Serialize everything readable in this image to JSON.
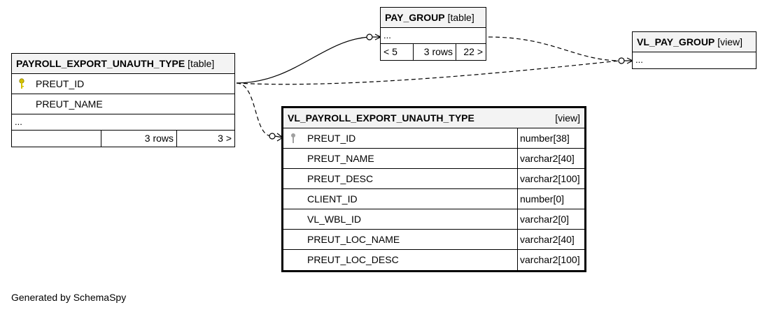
{
  "tables": {
    "payroll": {
      "name": "PAYROLL_EXPORT_UNAUTH_TYPE",
      "kind": "[table]",
      "columns": [
        "PREUT_ID",
        "PREUT_NAME"
      ],
      "ellipsis": "...",
      "footer": [
        "",
        "3 rows",
        "3 >"
      ]
    },
    "pay_group": {
      "name": "PAY_GROUP",
      "kind": "[table]",
      "ellipsis": "...",
      "footer": [
        "< 5",
        "3 rows",
        "22 >"
      ]
    },
    "vl_pay_group": {
      "name": "VL_PAY_GROUP",
      "kind": "[view]",
      "ellipsis": "..."
    },
    "vl_payroll": {
      "name": "VL_PAYROLL_EXPORT_UNAUTH_TYPE",
      "kind": "[view]",
      "columns": [
        {
          "name": "PREUT_ID",
          "type": "number[38]"
        },
        {
          "name": "PREUT_NAME",
          "type": "varchar2[40]"
        },
        {
          "name": "PREUT_DESC",
          "type": "varchar2[100]"
        },
        {
          "name": "CLIENT_ID",
          "type": "number[0]"
        },
        {
          "name": "VL_WBL_ID",
          "type": "varchar2[0]"
        },
        {
          "name": "PREUT_LOC_NAME",
          "type": "varchar2[40]"
        },
        {
          "name": "PREUT_LOC_DESC",
          "type": "varchar2[100]"
        }
      ]
    }
  },
  "colors": {
    "key_primary": "#d4c200",
    "key_secondary": "#a0a0a0",
    "header_bg": "#f3f3f3"
  },
  "icons": {
    "primary_key": "key-icon",
    "column_key": "key-icon"
  },
  "caption": "Generated by SchemaSpy"
}
